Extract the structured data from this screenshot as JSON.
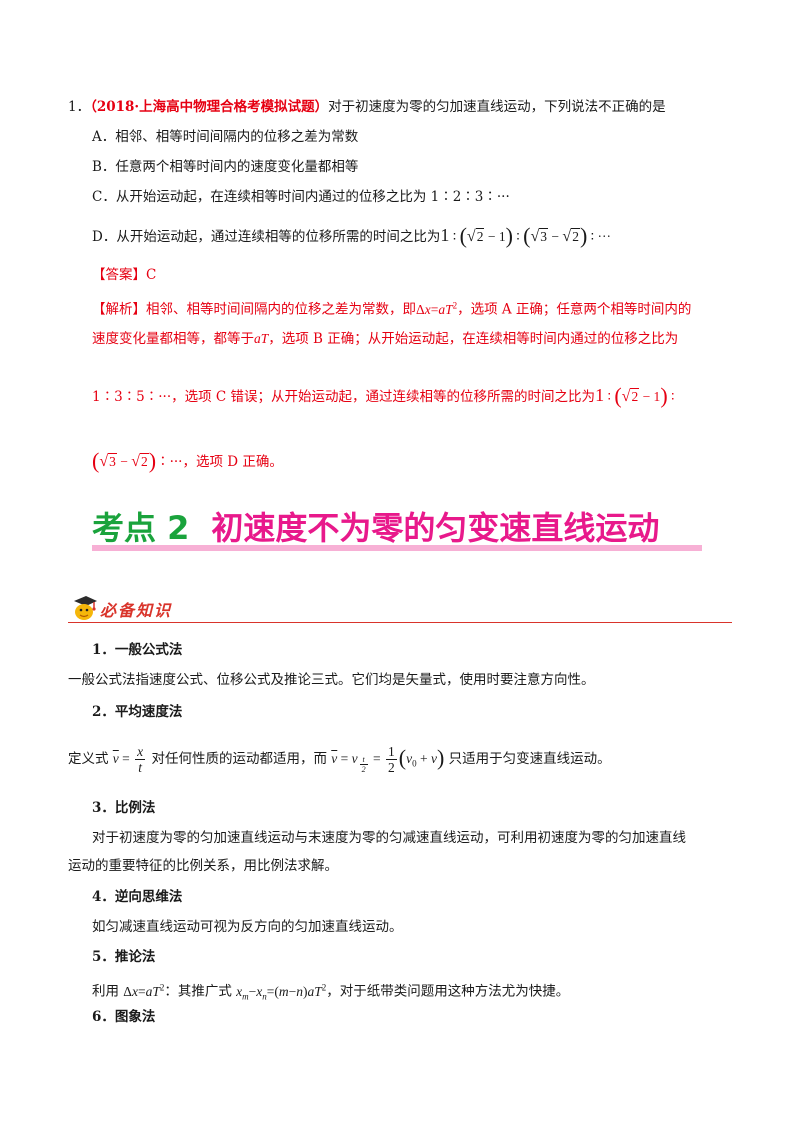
{
  "question": {
    "number": "1．",
    "source": "（2018·上海高中物理合格考模拟试题）",
    "stem": "对于初速度为零的匀加速直线运动，下列说法不正确的是",
    "options": {
      "a": "A．相邻、相等时间间隔内的位移之差为常数",
      "b": "B．任意两个相等时间内的速度变化量都相等",
      "c": "C．从开始运动起，在连续相等时间内通过的位移之比为 1∶2∶3∶···",
      "d_prefix": "D．从开始运动起，通过连续相等的位移所需的时间之比为"
    }
  },
  "answer": {
    "label": "【答案】",
    "value": "C"
  },
  "analysis": {
    "label": "【解析】",
    "p1a": "相邻、相等时间间隔内的位移之差为常数，即",
    "p1b": "，选项 A 正确；任意两个相等时间内的",
    "p2a": "速度变化量都相等，都等于",
    "p2b": "，选项 B 正确；从开始运动起，在连续相等时间内通过的位移之比为",
    "p3a": "1∶3∶5∶···，选项 C 错误；从开始运动起，通过连续相等的位移所需的时间之比为",
    "p4a": "∶···，选项 D 正确。"
  },
  "section": {
    "kaodian": "考点 2",
    "title": "初速度不为零的匀变速直线运动"
  },
  "badge": {
    "text": "必备知识",
    "icon": "graduate-mascot-icon"
  },
  "items": [
    {
      "h": "1．一般公式法",
      "t": "一般公式法指速度公式、位移公式及推论三式。它们均是矢量式，使用时要注意方向性。"
    },
    {
      "h": "2．平均速度法",
      "t1": "定义式",
      "t2": "对任何性质的运动都适用，而",
      "t3": "只适用于匀变速直线运动。"
    },
    {
      "h": "3．比例法",
      "t": "对于初速度为零的匀加速直线运动与末速度为零的匀减速直线运动，可利用初速度为零的匀加速直线",
      "t_cont": "运动的重要特征的比例关系，用比例法求解。"
    },
    {
      "h": "4．逆向思维法",
      "t": "如匀减速直线运动可视为反方向的匀加速直线运动。"
    },
    {
      "h": "5．推论法",
      "t1": "利用 ",
      "t2": "：其推广式 ",
      "t3": "，对于纸带类问题用这种方法尤为快捷。"
    },
    {
      "h": "6．图象法"
    }
  ],
  "colors": {
    "red": "#e60012",
    "green": "#1aa33c",
    "magenta": "#e8198b"
  }
}
